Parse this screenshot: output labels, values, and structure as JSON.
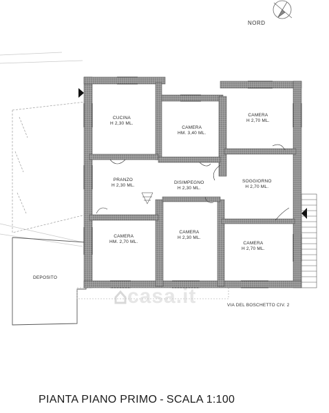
{
  "compass": {
    "label": "NORD"
  },
  "rooms": [
    {
      "id": "cucina",
      "name": "CUCINA",
      "height": "H 2,30 ML."
    },
    {
      "id": "camera-1",
      "name": "CAMERA",
      "height": "HM. 3,40 ML."
    },
    {
      "id": "camera-2",
      "name": "CAMERA",
      "height": "H 2,70 ML."
    },
    {
      "id": "pranzo",
      "name": "PRANZO",
      "height": "H 2,30 ML."
    },
    {
      "id": "disimpegno",
      "name": "DISIMPEGNO",
      "height": "H 2,30 ML."
    },
    {
      "id": "soggiorno",
      "name": "SOGGIORNO",
      "height": "H 2,70 ML."
    },
    {
      "id": "camera-3",
      "name": "CAMERA",
      "height": "HM. 2,70 ML."
    },
    {
      "id": "camera-4",
      "name": "CAMERA",
      "height": "H 2,30 ML."
    },
    {
      "id": "camera-5",
      "name": "CAMERA",
      "height": "H 2,70 ML."
    }
  ],
  "deposito": {
    "name": "DEPOSITO"
  },
  "address": "VIA DEL BOSCHETTO CIV. 2",
  "watermark": "casa.it",
  "title": {
    "main": "PIANTA PIANO PRIMO",
    "separator": "-",
    "scale": "SCALA 1:100"
  },
  "colors": {
    "wall": "#8a8a8a",
    "line": "#3a3a3a"
  }
}
